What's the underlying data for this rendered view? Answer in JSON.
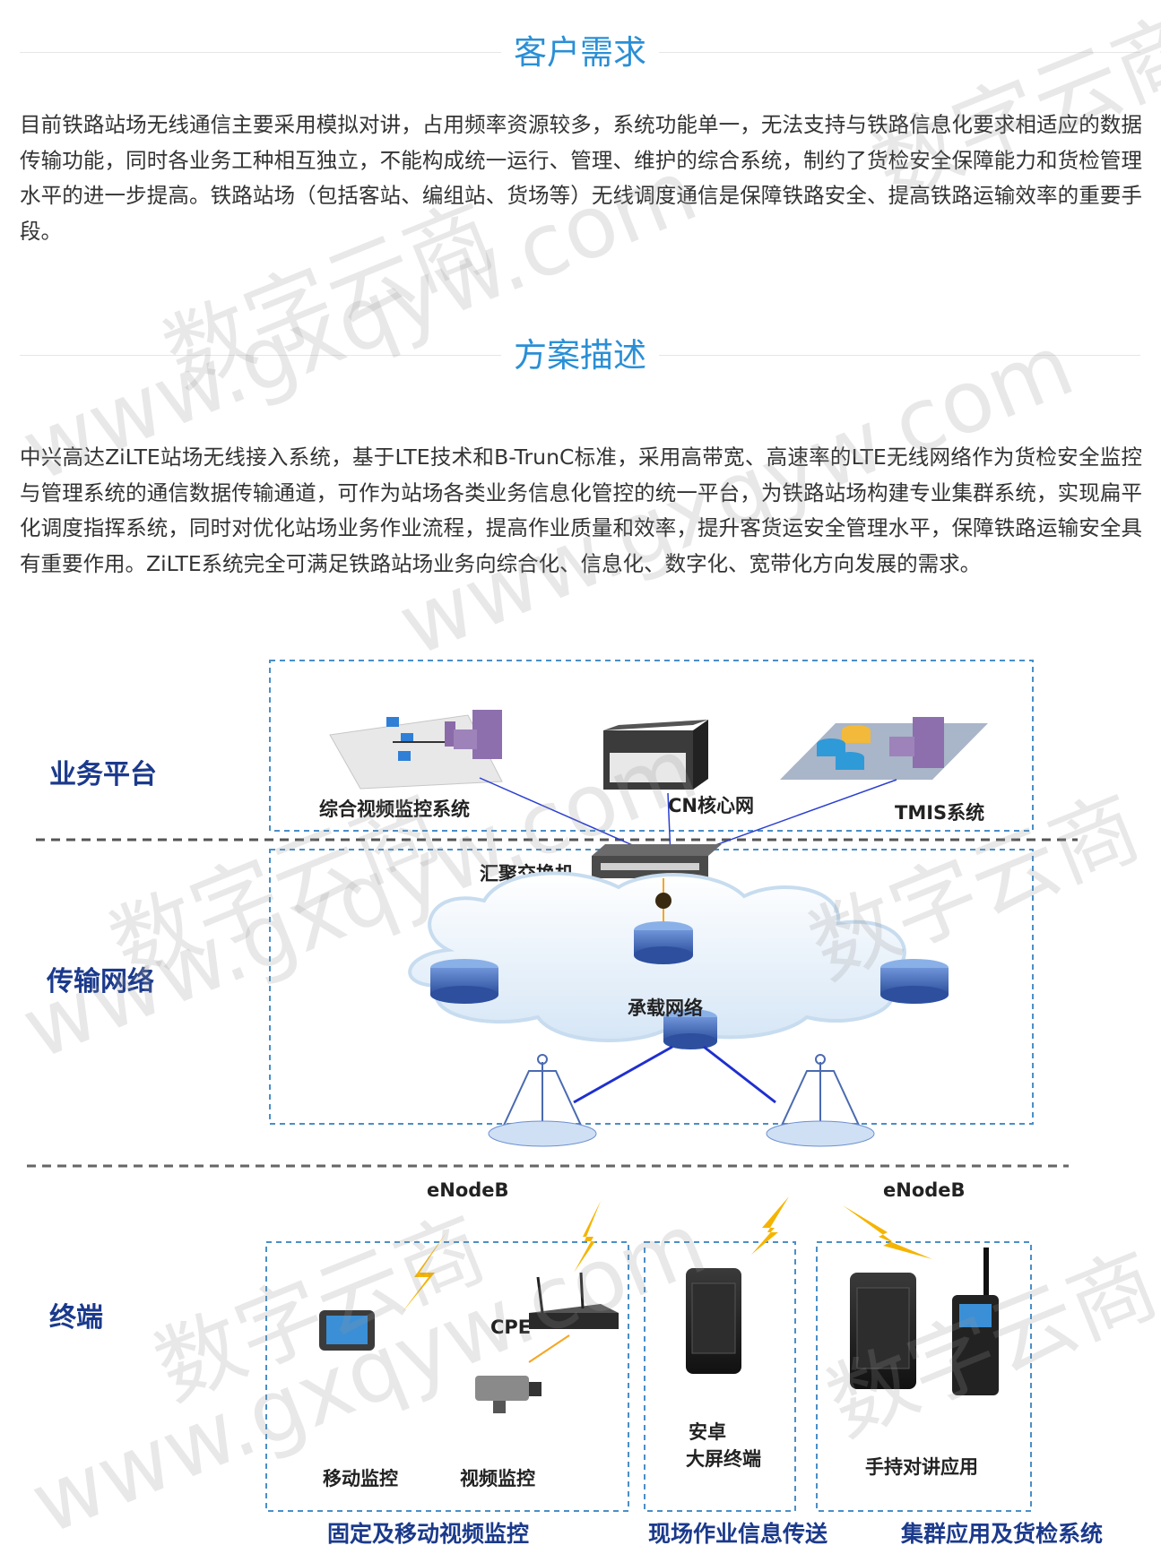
{
  "sections": [
    {
      "title": "客户需求",
      "paragraph": "目前铁路站场无线通信主要采用模拟对讲，占用频率资源较多，系统功能单一，无法支持与铁路信息化要求相适应的数据传输功能，同时各业务工种相互独立，不能构成统一运行、管理、维护的综合系统，制约了货检安全保障能力和货检管理水平的进一步提高。铁路站场（包括客站、编组站、货场等）无线调度通信是保障铁路安全、提高铁路运输效率的重要手段。"
    },
    {
      "title": "方案描述",
      "paragraph": "中兴高达ZiLTE站场无线接入系统，基于LTE技术和B-TrunC标准，采用高带宽、高速率的LTE无线网络作为货检安全监控与管理系统的通信数据传输通道，可作为站场各类业务信息化管控的统一平台，为铁路站场构建专业集群系统，实现扁平化调度指挥系统，同时对优化站场业务作业流程，提高作业质量和效率，提升客货运安全管理水平，保障铁路运输安全具有重要作用。ZiLTE系统完全可满足铁路站场业务向综合化、信息化、数字化、宽带化方向发展的需求。"
    }
  ],
  "diagram": {
    "layers": {
      "service": "业务平台",
      "transport": "传输网络",
      "terminal": "终端"
    },
    "platform": {
      "video": "综合视频监控系统",
      "cn": "CN核心网",
      "tmis": "TMIS系统"
    },
    "network": {
      "switch": "汇聚交换机",
      "bearer": "承载网络",
      "enodeb_left": "eNodeB",
      "enodeb_right": "eNodeB"
    },
    "terminals": {
      "cpe": "CPE",
      "mobile_monitor": "移动监控",
      "video_monitor": "视频监控",
      "android_line1": "安卓",
      "android_line2": "大屏终端",
      "handheld": "手持对讲应用"
    },
    "groups": {
      "left": "固定及移动视频监控",
      "middle": "现场作业信息传送",
      "right": "集群应用及货检系统"
    }
  },
  "watermark": {
    "text_cn": "数字云商",
    "text_url": "www.gxqyw.com"
  },
  "colors": {
    "heading": "#2a8fd6",
    "layer_label": "#1b3a8c",
    "dashed_box": "#4a8fc8",
    "link": "#2b3fd0",
    "lightning": "#f5b400"
  }
}
